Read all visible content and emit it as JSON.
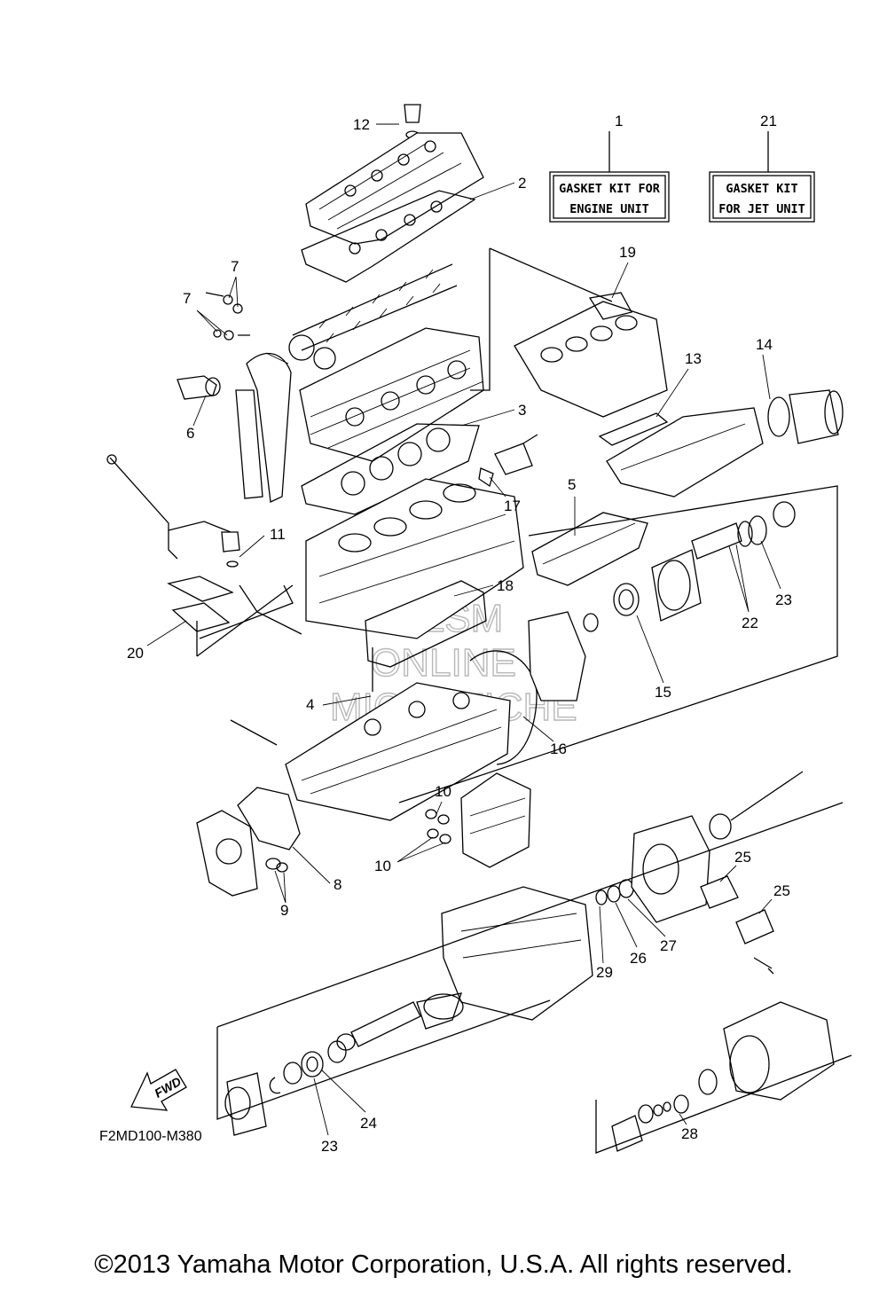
{
  "diagram": {
    "kit_boxes": [
      {
        "number": "1",
        "line1": "GASKET KIT FOR",
        "line2": "ENGINE UNIT"
      },
      {
        "number": "21",
        "line1": "GASKET KIT",
        "line2": "FOR JET UNIT"
      }
    ],
    "callouts": [
      "2",
      "3",
      "4",
      "5",
      "6",
      "7",
      "7",
      "8",
      "9",
      "10",
      "10",
      "11",
      "12",
      "13",
      "14",
      "15",
      "16",
      "17",
      "18",
      "19",
      "20",
      "22",
      "23",
      "23",
      "24",
      "25",
      "25",
      "26",
      "27",
      "28",
      "29"
    ],
    "drawing_code": "F2MD100-M380",
    "fwd_label": "FWD",
    "watermark": [
      "HLSM",
      "ONLINE",
      "MICROFICHE"
    ]
  },
  "copyright": "©2013 Yamaha Motor Corporation, U.S.A. All rights reserved."
}
